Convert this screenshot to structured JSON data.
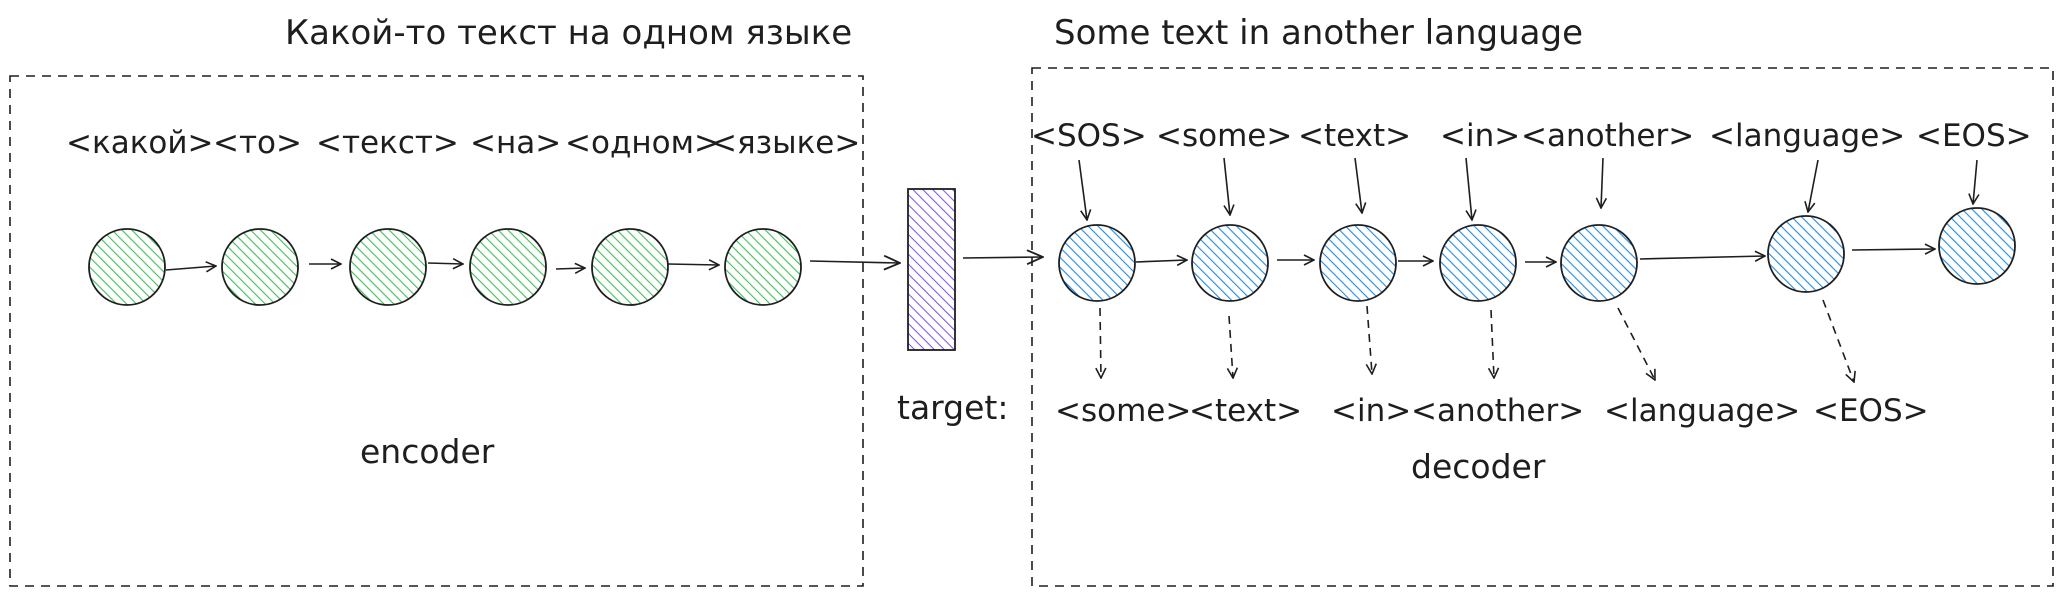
{
  "title_source": "Какой-то текст на одном языке",
  "title_target": "Some text in another language",
  "encoder": {
    "label": "encoder",
    "tokens": [
      "<какой>",
      "<то>",
      "<текст>",
      "<на>",
      "<одном>",
      "<языке>"
    ]
  },
  "decoder": {
    "label": "decoder",
    "input_tokens": [
      "<SOS>",
      "<some>",
      "<text>",
      "<in>",
      "<another>",
      "<language>",
      "<EOS>"
    ],
    "target_label": "target:",
    "output_tokens": [
      "<some>",
      "<text>",
      "<in>",
      "<another>",
      "<language>",
      "<EOS>"
    ]
  },
  "colors": {
    "stroke": "#1e1e1e",
    "encoder_fill": "#b2f2bb",
    "decoder_fill": "#a5d8ff",
    "context_fill": "#d0bfff"
  }
}
